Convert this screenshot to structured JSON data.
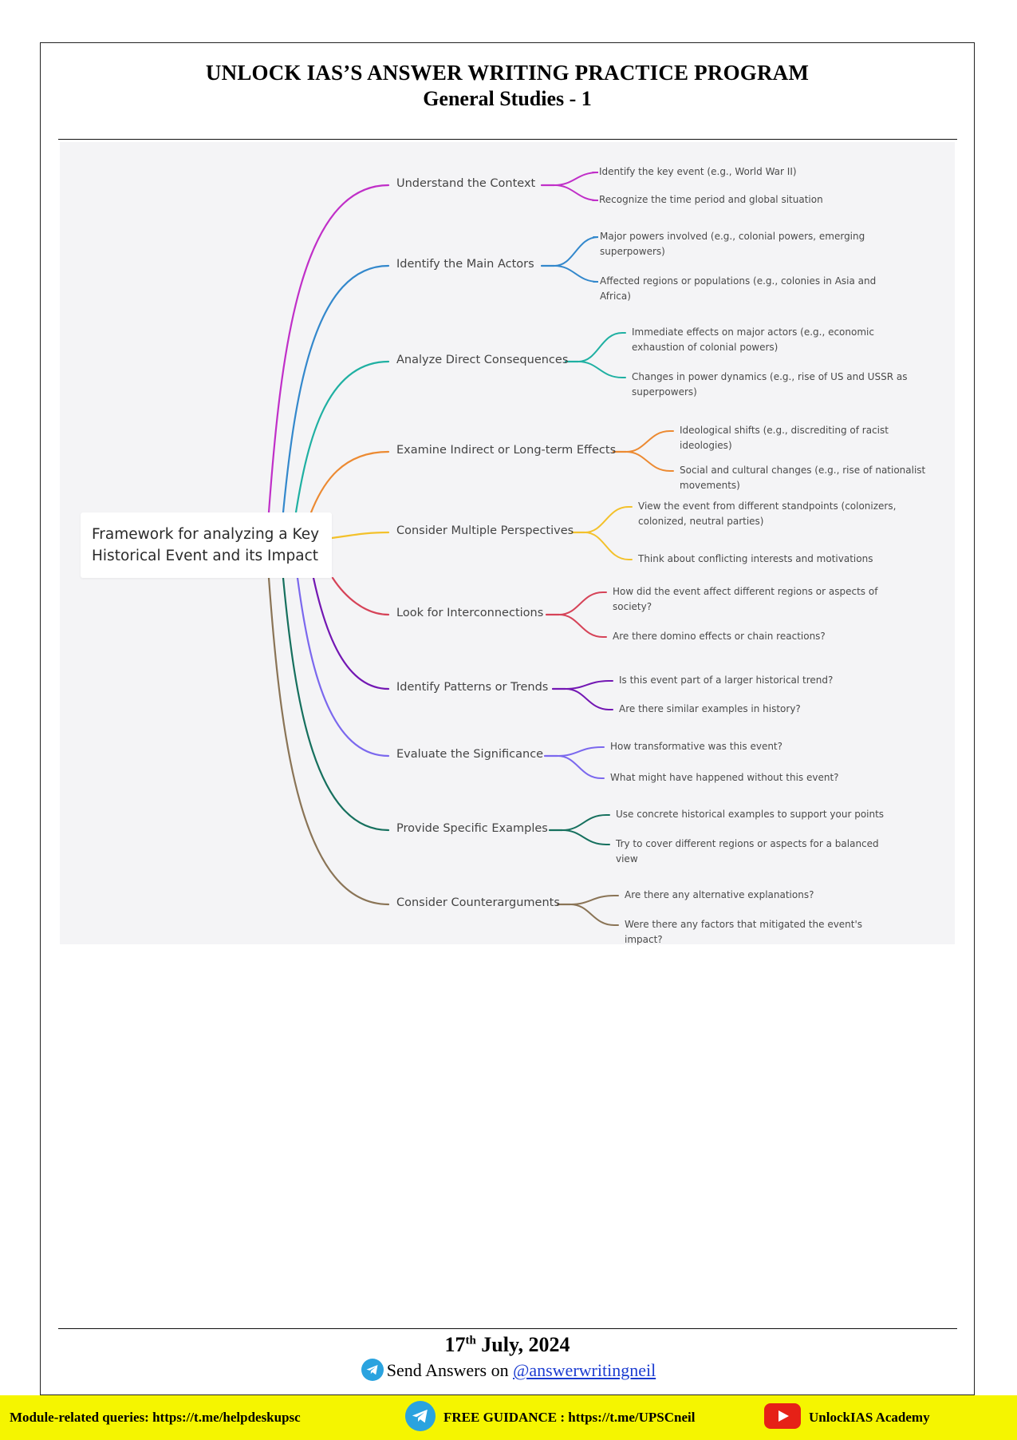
{
  "header": {
    "title": "UNLOCK IAS’S ANSWER WRITING PRACTICE PROGRAM",
    "subtitle": "General Studies - 1"
  },
  "mindmap": {
    "root": "Framework for analyzing a Key Historical Event and its Impact",
    "branches": [
      {
        "label": "Understand the Context",
        "color": "#c02fc8",
        "leaves": [
          "Identify the key event (e.g., World War II)",
          "Recognize the time period and global situation"
        ]
      },
      {
        "label": "Identify the Main Actors",
        "color": "#3388cc",
        "leaves": [
          "Major powers involved (e.g., colonial powers, emerging superpowers)",
          "Affected regions or populations (e.g., colonies in Asia and Africa)"
        ]
      },
      {
        "label": "Analyze Direct Consequences",
        "color": "#1fb0a2",
        "leaves": [
          "Immediate effects on major actors (e.g., economic exhaustion of colonial powers)",
          "Changes in power dynamics (e.g., rise of US and USSR as superpowers)"
        ]
      },
      {
        "label": "Examine Indirect or Long-term Effects",
        "color": "#ec8a32",
        "leaves": [
          "Ideological shifts (e.g., discrediting of racist ideologies)",
          "Social and cultural changes (e.g., rise of nationalist movements)"
        ]
      },
      {
        "label": "Consider Multiple Perspectives",
        "color": "#f3c12b",
        "leaves": [
          "View the event from different standpoints (colonizers, colonized, neutral parties)",
          "Think about conflicting interests and motivations"
        ]
      },
      {
        "label": "Look for Interconnections",
        "color": "#d64358",
        "leaves": [
          "How did the event affect different regions or aspects of society?",
          "Are there domino effects or chain reactions?"
        ]
      },
      {
        "label": "Identify Patterns or Trends",
        "color": "#7317b3",
        "leaves": [
          "Is this event part of a larger historical trend?",
          "Are there similar examples in history?"
        ]
      },
      {
        "label": "Evaluate the Significance",
        "color": "#7b68ee",
        "leaves": [
          "How transformative was this event?",
          "What might have happened without this event?"
        ]
      },
      {
        "label": "Provide Specific Examples",
        "color": "#16705e",
        "leaves": [
          "Use concrete historical examples to support your points",
          "Try to cover different regions or aspects for a balanced view"
        ]
      },
      {
        "label": "Consider Counterarguments",
        "color": "#8a7456",
        "leaves": [
          "Are there any alternative explanations?",
          "Were there any factors that mitigated the event's impact?"
        ]
      }
    ]
  },
  "date": {
    "day": "17",
    "suffix": "th",
    "rest": " July, 2024"
  },
  "send": {
    "prefix": "Send Answers on ",
    "handle": "@answerwritingneil"
  },
  "footer": {
    "module_queries": "Module-related queries: https://t.me/helpdeskupsc",
    "free_guidance": "FREE GUIDANCE : https://t.me/UPSCneil",
    "youtube": "UnlockIAS Academy"
  }
}
